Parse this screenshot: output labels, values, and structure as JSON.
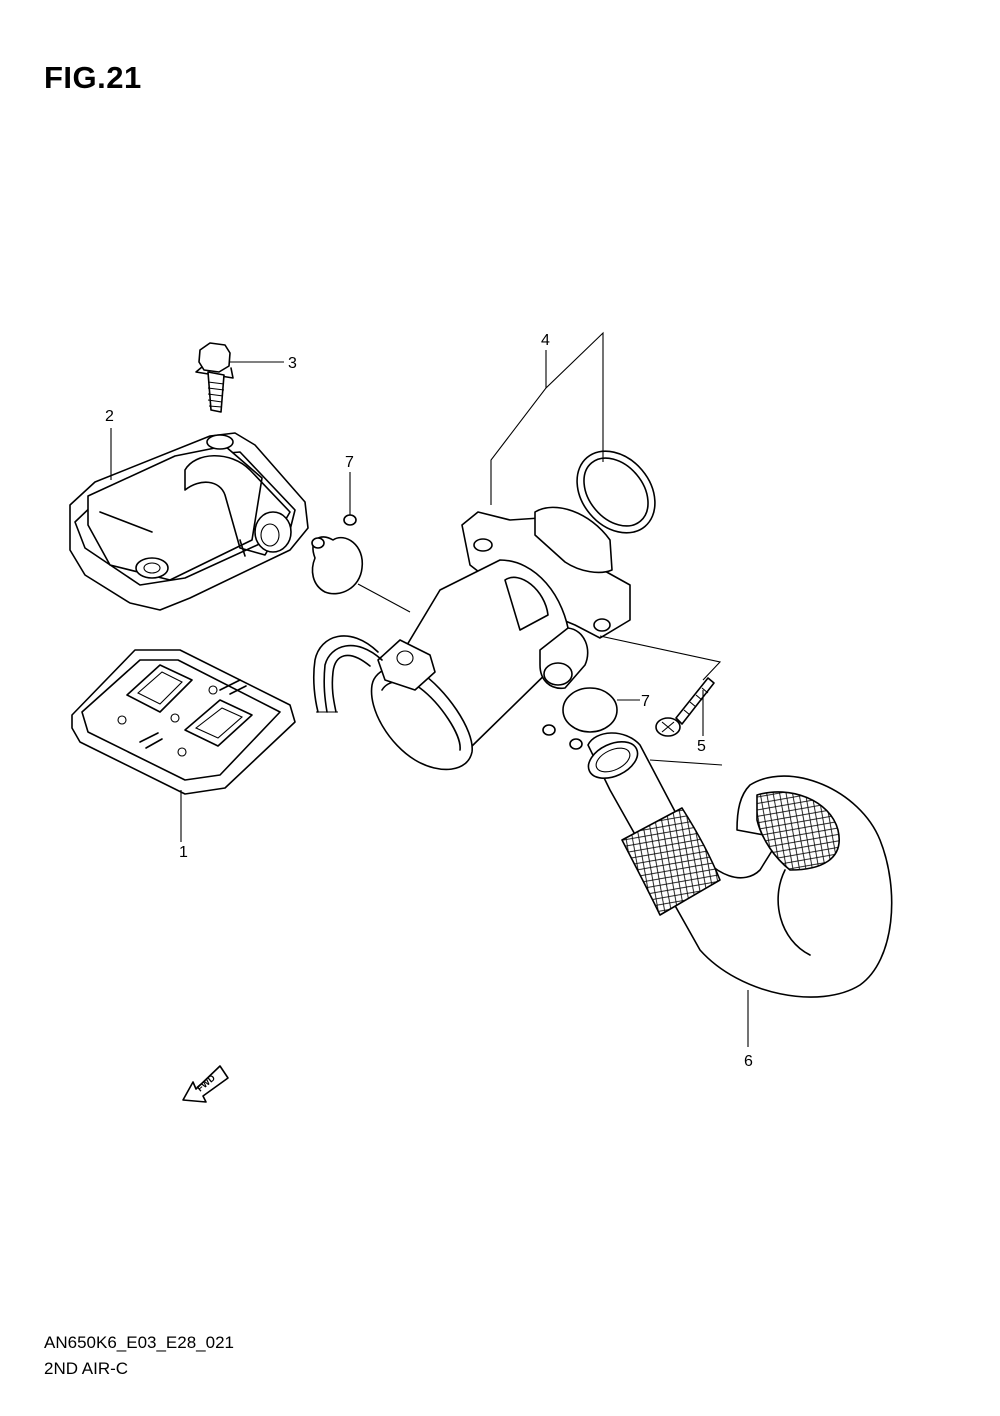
{
  "figure": {
    "title": "FIG.21"
  },
  "footer": {
    "code": "AN650K6_E03_E28_021",
    "name": "2ND AIR-C"
  },
  "fwd_label": "FWD",
  "callouts": [
    "1",
    "2",
    "3",
    "4",
    "5",
    "6",
    "7",
    "7"
  ]
}
